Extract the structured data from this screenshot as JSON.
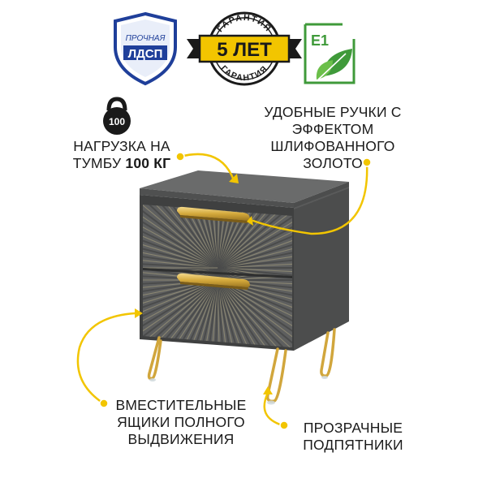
{
  "badges": {
    "chipboard": {
      "line1": "ПРОЧНАЯ",
      "line2": "ЛДСП"
    },
    "warranty": {
      "top": "ГАРАНТИЯ",
      "main": "5 ЛЕТ",
      "bottom": "ГАРАНТИЯ"
    },
    "eco": {
      "label": "E1"
    }
  },
  "weight_icon": {
    "value": "100"
  },
  "callouts": {
    "load": {
      "line1": "НАГРУЗКА НА",
      "line2_prefix": "ТУМБУ ",
      "line2_bold": "100 КГ"
    },
    "handles": {
      "line1": "УДОБНЫЕ РУЧКИ С",
      "line2": "ЭФФЕКТОМ",
      "line3": "ШЛИФОВАННОГО",
      "line4": "ЗОЛОТО"
    },
    "drawers": {
      "line1": "ВМЕСТИТЕЛЬНЫЕ",
      "line2": "ЯЩИКИ ПОЛНОГО",
      "line3": "ВЫДВИЖЕНИЯ"
    },
    "feet": {
      "line1": "ПРОЗРАЧНЫЕ",
      "line2": "ПОДПЯТНИКИ"
    }
  },
  "colors": {
    "body": "#5e5f5f",
    "gold": "#d9b44a",
    "accent_yellow": "#f2c500",
    "shield_blue": "#1f3f9a",
    "eco_green": "#3f9a3a"
  }
}
